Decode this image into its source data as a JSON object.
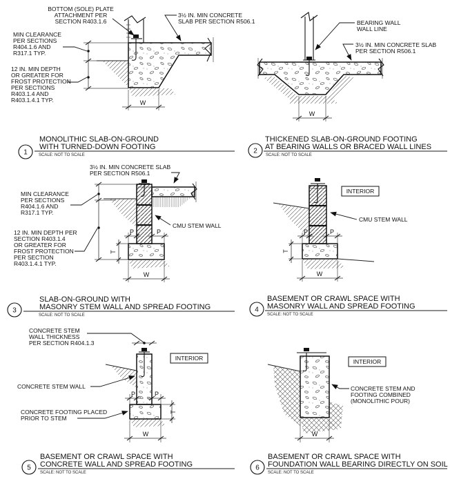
{
  "page": {
    "background": "#ffffff",
    "ink": "#111111"
  },
  "scale_note": "SCALE: NOT TO SCALE",
  "dim_labels": {
    "width": "W",
    "projection": "P",
    "thickness": "T"
  },
  "details": [
    {
      "number": "1",
      "title": [
        "MONOLITHIC SLAB-ON-GROUND",
        "WITH TURNED-DOWN FOOTING"
      ],
      "labels": {
        "bottom_plate": [
          "BOTTOM (SOLE) PLATE",
          "ATTACHMENT PER",
          "SECTION R403.1.6"
        ],
        "slab": [
          "3½ IN. MIN CONCRETE",
          "SLAB PER SECTION R506.1"
        ],
        "min_clearance": [
          "MIN CLEARANCE",
          "PER SECTIONS",
          "R404.1.6 AND",
          "R317.1 TYP."
        ],
        "frost_depth": [
          "12 IN. MIN DEPTH",
          "OR GREATER FOR",
          "FROST PROTECTION",
          "PER SECTIONS",
          "R403.1.4 AND",
          "R403.1.4.1 TYP."
        ]
      }
    },
    {
      "number": "2",
      "title": [
        "THICKENED SLAB-ON-GROUND FOOTING",
        "AT BEARING WALLS OR BRACED WALL LINES"
      ],
      "labels": {
        "bearing_wall": [
          "BEARING WALL",
          "WALL LINE"
        ],
        "slab": [
          "3½ IN. MIN CONCRETE SLAB",
          "PER SECTION R506.1"
        ]
      }
    },
    {
      "number": "3",
      "title": [
        "SLAB-ON-GROUND WITH",
        "MASONRY STEM WALL AND SPREAD FOOTING"
      ],
      "labels": {
        "slab": [
          "3½ IN. MIN CONCRETE SLAB",
          "PER SECTION R506.1"
        ],
        "min_clearance": [
          "MIN CLEARANCE",
          "PER SECTIONS",
          "R404.1.6 AND",
          "R317.1 TYP."
        ],
        "frost_depth": [
          "12 IN. MIN DEPTH PER",
          "SECTION R403.1.4",
          "OR GREATER FOR",
          "FROST PROTECTION",
          "PER SECTION",
          "R403.1.4.1 TYP."
        ],
        "cmu": "CMU STEM WALL"
      }
    },
    {
      "number": "4",
      "title": [
        "BASEMENT OR CRAWL SPACE WITH",
        "MASONRY WALL AND SPREAD FOOTING"
      ],
      "labels": {
        "interior": "INTERIOR",
        "cmu": "CMU STEM WALL"
      }
    },
    {
      "number": "5",
      "title": [
        "BASEMENT OR CRAWL SPACE WITH",
        "CONCRETE WALL AND SPREAD FOOTING"
      ],
      "labels": {
        "wall_thickness": [
          "CONCRETE STEM",
          "WALL THICKNESS",
          "PER SECTION R404.1.3"
        ],
        "interior": "INTERIOR",
        "stem_wall": "CONCRETE STEM WALL",
        "footing": [
          "CONCRETE FOOTING PLACED",
          "PRIOR TO STEM"
        ]
      }
    },
    {
      "number": "6",
      "title": [
        "BASEMENT OR CRAWL SPACE WITH",
        "FOUNDATION WALL BEARING DIRECTLY ON SOIL"
      ],
      "labels": {
        "interior": "INTERIOR",
        "combined": [
          "CONCRETE STEM AND",
          "FOOTING COMBINED",
          "(MONOLITHIC POUR)"
        ]
      }
    }
  ]
}
